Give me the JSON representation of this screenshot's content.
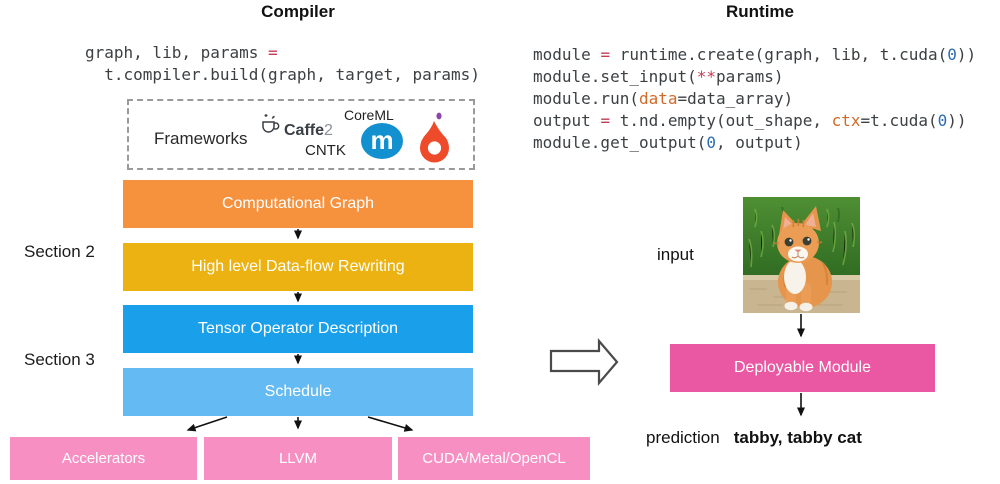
{
  "titles": {
    "compiler": "Compiler",
    "runtime": "Runtime"
  },
  "compiler_code": {
    "lines": [
      [
        {
          "t": "graph, lib, params ",
          "c": "d"
        },
        {
          "t": "=",
          "c": "r"
        }
      ],
      [
        {
          "t": "  t.compiler.build(graph, target, params)",
          "c": "d"
        }
      ]
    ]
  },
  "runtime_code": {
    "lines": [
      [
        {
          "t": "module ",
          "c": "d"
        },
        {
          "t": "=",
          "c": "r"
        },
        {
          "t": " runtime.create(graph, lib, t.cuda(",
          "c": "d"
        },
        {
          "t": "0",
          "c": "b"
        },
        {
          "t": "))",
          "c": "d"
        }
      ],
      [
        {
          "t": "module.set_input(",
          "c": "d"
        },
        {
          "t": "**",
          "c": "r"
        },
        {
          "t": "params)",
          "c": "d"
        }
      ],
      [
        {
          "t": "module.run(",
          "c": "d"
        },
        {
          "t": "data",
          "c": "o"
        },
        {
          "t": "=data_array)",
          "c": "d"
        }
      ],
      [
        {
          "t": "output ",
          "c": "d"
        },
        {
          "t": "=",
          "c": "r"
        },
        {
          "t": " t.nd.empty(out_shape, ",
          "c": "d"
        },
        {
          "t": "ctx",
          "c": "o"
        },
        {
          "t": "=t.cuda(",
          "c": "d"
        },
        {
          "t": "0",
          "c": "b"
        },
        {
          "t": "))",
          "c": "d"
        }
      ],
      [
        {
          "t": "module.get_output(",
          "c": "d"
        },
        {
          "t": "0",
          "c": "b"
        },
        {
          "t": ", output)",
          "c": "d"
        }
      ]
    ]
  },
  "frameworks": {
    "label": "Frameworks",
    "caffe": "Caffe",
    "caffe_version": "2",
    "coreml": "CoreML",
    "cntk": "CNTK",
    "mxnet_letter": "m",
    "icons": [
      "coffee-cup-icon",
      "mxnet-logo-icon",
      "pytorch-flame-icon"
    ]
  },
  "sections": {
    "section2": "Section 2",
    "section3": "Section 3"
  },
  "pipeline": {
    "stages": [
      {
        "label": "Computational Graph",
        "bg": "#F6913E"
      },
      {
        "label": "High level Data-flow Rewriting",
        "bg": "#ECB211"
      },
      {
        "label": "Tensor Operator Description",
        "bg": "#1AA0EB"
      },
      {
        "label": "Schedule",
        "bg": "#64BAF2"
      }
    ]
  },
  "targets": [
    {
      "label": "Accelerators",
      "bg": "#F78FC3"
    },
    {
      "label": "LLVM",
      "bg": "#F78FC3"
    },
    {
      "label": "CUDA/Metal/OpenCL",
      "bg": "#F78FC3"
    }
  ],
  "runtime_flow": {
    "input_label": "input",
    "deployable_label": "Deployable Module",
    "deployable_bg": "#EA57A2",
    "prediction_label": "prediction",
    "prediction_value": "tabby, tabby cat",
    "input_image": "orange-tabby-kitten-on-grass"
  },
  "colors": {
    "arrow": "#111111",
    "code_default": "#3c4043",
    "code_assign": "#c23b54",
    "code_kwarg": "#cf6a28",
    "code_number": "#2b6cb0"
  }
}
